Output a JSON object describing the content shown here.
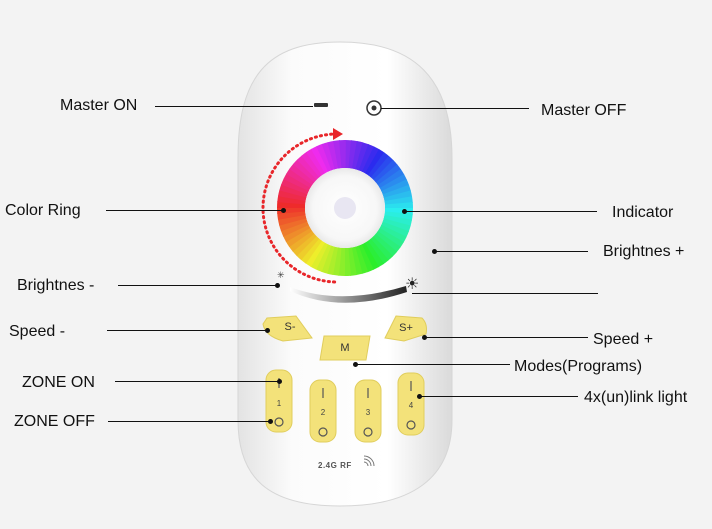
{
  "labels": {
    "master_on": "Master ON",
    "master_off": "Master OFF",
    "color_ring": "Color Ring",
    "indicator": "Indicator",
    "brightness_plus": "Brightnes +",
    "brightness_minus": "Brightnes -",
    "speed_minus": "Speed -",
    "speed_plus": "Speed +",
    "modes": "Modes(Programs)",
    "zone_on": "ZONE ON",
    "zone_off": "ZONE OFF",
    "link": "4x(un)link light"
  },
  "buttons": {
    "speed_minus": "S-",
    "mode": "M",
    "speed_plus": "S+"
  },
  "zones": [
    "1",
    "2",
    "3",
    "4"
  ],
  "rf_text": "2.4G RF",
  "colors": {
    "background": "#f3f3f3",
    "remote_body": "#ffffff",
    "button_yellow": "#f3e27a",
    "indicator_arrow": "#e8262a"
  }
}
